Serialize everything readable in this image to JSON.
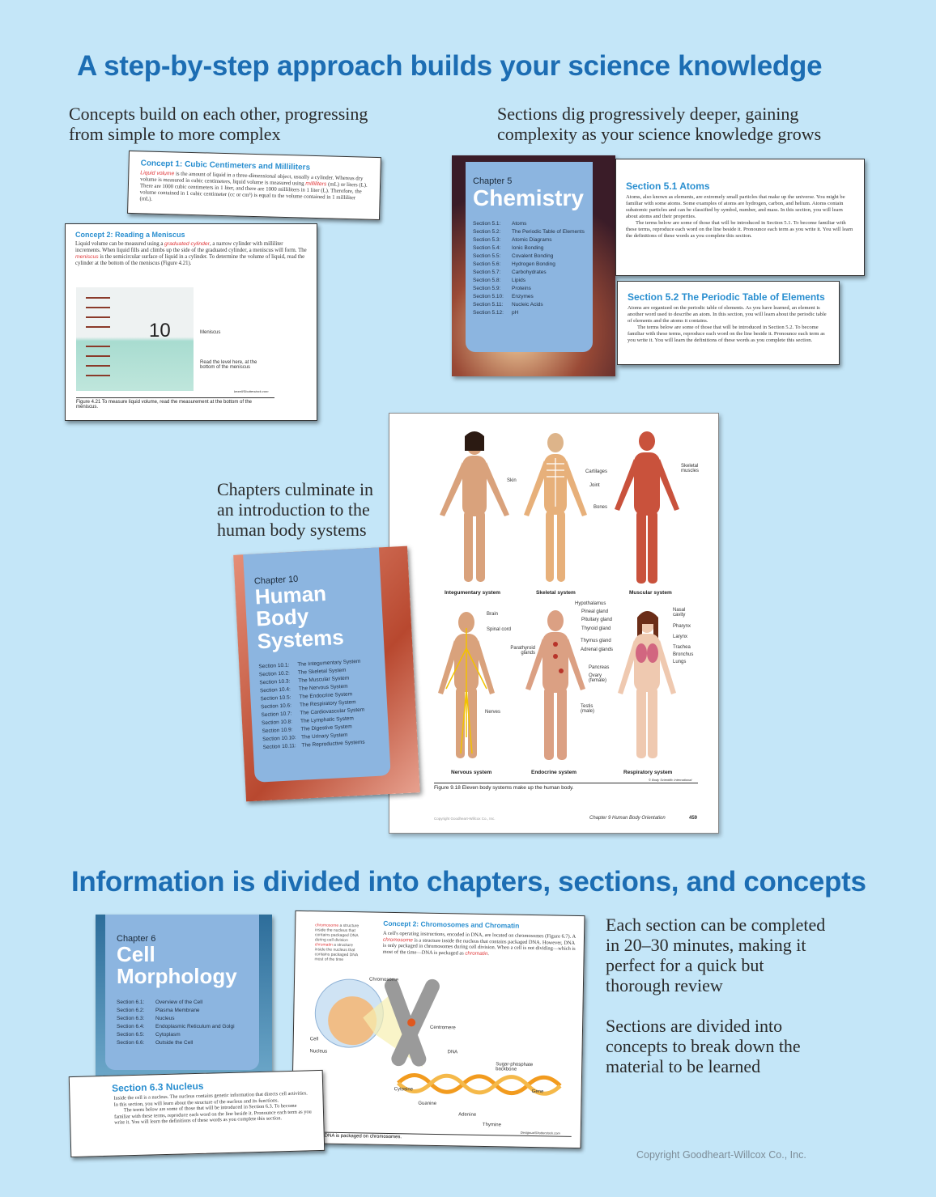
{
  "heading1": "A step-by-step approach builds your science knowledge",
  "caption_left": "Concepts build on each other, progressing from simple to more complex",
  "caption_right": "Sections dig progressively deeper, gaining complexity as your science knowledge grows",
  "concept1": {
    "title": "Concept 1: Cubic Centimeters and Milliliters",
    "term1": "Liquid volume",
    "text1": " is the amount of liquid in a three-dimensional object, usually a cylinder. Whereas dry volume is measured in cubic centimeters, liquid volume is measured using ",
    "term2": "milliliters",
    "text2": " (mL) or liters (L). There are 1000 cubic centimeters in 1 liter, and there are 1000 milliliters in 1 liter (L). Therefore, the volume contained in 1 cubic centimeter (cc or cm³) is equal to the volume contained in 1 milliliter (mL)."
  },
  "concept2": {
    "title": "Concept 2: Reading a Meniscus",
    "text1": "Liquid volume can be measured using a ",
    "term1": "graduated cylinder",
    "text2": ", a narrow cylinder with milliliter increments. When liquid fills and climbs up the side of the graduated cylinder, a meniscus will form. The ",
    "term2": "meniscus",
    "text3": " is the semicircular surface of liquid in a cylinder. To determine the volume of liquid, read the cylinder at the bottom of the meniscus (Figure 4.21).",
    "mark": "10",
    "label_meniscus": "Meniscus",
    "label_read": "Read the level here, at the bottom of the meniscus",
    "credit": "bezell/Shutterstock.com",
    "figure_caption": "Figure 4.21  To measure liquid volume, read the measurement at the bottom of the meniscus."
  },
  "chemistry": {
    "chapter": "Chapter 5",
    "title": "Chemistry",
    "sections": [
      {
        "num": "Section 5.1:",
        "name": "Atoms"
      },
      {
        "num": "Section 5.2:",
        "name": "The Periodic Table of Elements"
      },
      {
        "num": "Section 5.3:",
        "name": "Atomic Diagrams"
      },
      {
        "num": "Section 5.4:",
        "name": "Ionic Bonding"
      },
      {
        "num": "Section 5.5:",
        "name": "Covalent Bonding"
      },
      {
        "num": "Section 5.6:",
        "name": "Hydrogen Bonding"
      },
      {
        "num": "Section 5.7:",
        "name": "Carbohydrates"
      },
      {
        "num": "Section 5.8:",
        "name": "Lipids"
      },
      {
        "num": "Section 5.9:",
        "name": "Proteins"
      },
      {
        "num": "Section 5.10:",
        "name": "Enzymes"
      },
      {
        "num": "Section 5.11:",
        "name": "Nucleic Acids"
      },
      {
        "num": "Section 5.12:",
        "name": "pH"
      }
    ]
  },
  "section51": {
    "title": "Section 5.1  Atoms",
    "p1": "Atoms, also known as elements, are extremely small particles that make up the universe. You might be familiar with some atoms. Some examples of atoms are hydrogen, carbon, and helium. Atoms contain subatomic particles and can be classified by symbol, number, and mass. In this section, you will learn about atoms and their properties.",
    "p2": "The terms below are some of those that will be introduced in Section 5.1. To become familiar with these terms, reproduce each word on the line beside it. Pronounce each term as you write it. You will learn the definitions of these words as you complete this section."
  },
  "section52": {
    "title": "Section 5.2  The Periodic Table of Elements",
    "p1": "Atoms are organized on the periodic table of elements. As you have learned, an element is another word used to describe an atom. In this section, you will learn about the periodic table of elements and the atoms it contains.",
    "p2": "The terms below are some of those that will be introduced in Section 5.2. To become familiar with these terms, reproduce each word on the line beside it. Pronounce each term as you write it. You will learn the definitions of these words as you complete this section."
  },
  "caption_middle": "Chapters culminate in an introduction to the human body systems",
  "human_body": {
    "chapter": "Chapter 10",
    "title": "Human Body Systems",
    "sections": [
      {
        "num": "Section 10.1:",
        "name": "The Integumentary System"
      },
      {
        "num": "Section 10.2:",
        "name": "The Skeletal System"
      },
      {
        "num": "Section 10.3:",
        "name": "The Muscular System"
      },
      {
        "num": "Section 10.4:",
        "name": "The Nervous System"
      },
      {
        "num": "Section 10.5:",
        "name": "The Endocrine System"
      },
      {
        "num": "Section 10.6:",
        "name": "The Respiratory System"
      },
      {
        "num": "Section 10.7:",
        "name": "The Cardiovascular System"
      },
      {
        "num": "Section 10.8:",
        "name": "The Lymphatic System"
      },
      {
        "num": "Section 10.9:",
        "name": "The Digestive System"
      },
      {
        "num": "Section 10.10:",
        "name": "The Urinary System"
      },
      {
        "num": "Section 10.11:",
        "name": "The Reproductive Systems"
      }
    ]
  },
  "body_page": {
    "systems": [
      "Integumentary system",
      "Skeletal system",
      "Muscular system",
      "Nervous system",
      "Endocrine system",
      "Respiratory system"
    ],
    "labels": [
      "Skin",
      "Cartilages",
      "Joint",
      "Bones",
      "Skeletal muscles",
      "Brain",
      "Spinal cord",
      "Nerves",
      "Hypothalamus",
      "Pineal gland",
      "Pituitary gland",
      "Thyroid gland",
      "Thymus gland",
      "Adrenal glands",
      "Parathyroid glands",
      "Pancreas",
      "Ovary (female)",
      "Testis (male)",
      "Nasal cavity",
      "Pharynx",
      "Larynx",
      "Trachea",
      "Bronchus",
      "Lungs"
    ],
    "credit": "© Body Scientific International",
    "figure_caption": "Figure 9.18   Eleven body systems make up the human body.",
    "copyright": "Copyright Goodheart-Willcox Co., Inc.",
    "footer": "Chapter 9   Human Body Orientation",
    "page_number": "459"
  },
  "heading2": "Information is divided into chapters, sections, and concepts",
  "cell": {
    "chapter": "Chapter 6",
    "title": "Cell Morphology",
    "sections": [
      {
        "num": "Section 6.1:",
        "name": "Overview of the Cell"
      },
      {
        "num": "Section 6.2:",
        "name": "Plasma Membrane"
      },
      {
        "num": "Section 6.3:",
        "name": "Nucleus"
      },
      {
        "num": "Section 6.4:",
        "name": "Endoplasmic Reticulum and Golgi"
      },
      {
        "num": "Section 6.5:",
        "name": "Cytoplasm"
      },
      {
        "num": "Section 6.6:",
        "name": "Outside the Cell"
      }
    ]
  },
  "section63": {
    "title": "Section 6.3  Nucleus",
    "p1": "Inside the cell is a nucleus. The nucleus contains genetic information that directs cell activities. In this section, you will learn about the structure of the nucleus and its functions.",
    "p2": "The terms below are some of those that will be introduced in Section 6.3. To become familiar with these terms, reproduce each word on the line beside it. Pronounce each term as you write it. You will learn the definitions of these words as you complete this section."
  },
  "chromo": {
    "title": "Concept 2: Chromosomes and Chromatin",
    "margin1_term": "chromosome",
    "margin1": " a structure inside the nucleus that contains packaged DNA during cell division",
    "margin2_term": "chromatin",
    "margin2": " a structure inside the nucleus that contains packaged DNA most of the time",
    "text1": "A cell's operating instructions, encoded in DNA, are located on chromosomes (Figure 6.7). A ",
    "term1": "chromosome",
    "text2": " is a structure inside the nucleus that contains packaged DNA. However, DNA is only packaged in chromosomes during cell division. When a cell is not dividing—which is most of the time—DNA is packaged as ",
    "term2": "chromatin",
    "text3": ".",
    "labels": [
      "Chromosome",
      "Centromere",
      "Cell",
      "Nucleus",
      "DNA",
      "Sugar-phosphate backbone",
      "Gene",
      "Cytosine",
      "Guanine",
      "Adenine",
      "Thymine"
    ],
    "caption": "DNA is packaged on chromosomes.",
    "credit": "Designua/Shutterstock.com"
  },
  "right_text1": "Each section can be completed in 20–30 minutes, making it perfect for a quick but thorough review",
  "right_text2": "Sections are divided into concepts to break down the material to be learned",
  "copyright": "Copyright Goodheart-Willcox Co., Inc.",
  "colors": {
    "background": "#c4e6f8",
    "heading": "#1c6db3",
    "chapter_panel": "#8cb5e0",
    "term": "#e0383a"
  }
}
